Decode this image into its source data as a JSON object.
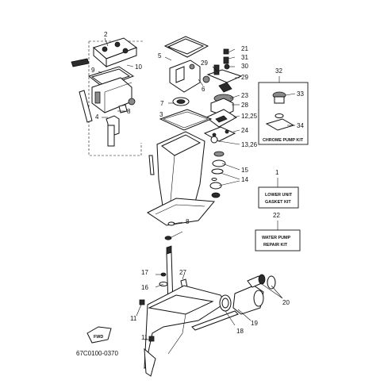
{
  "callouts": {
    "c1": "1",
    "c2": "2",
    "c4": "4",
    "c5": "5",
    "c6": "6",
    "c7": "7",
    "c8a": "8",
    "c8b": "8",
    "c9": "9",
    "c10": "10",
    "c11a": "11",
    "c11b": "11",
    "c12_25": "12,25",
    "c13_26": "13,26",
    "c14": "14",
    "c15": "15",
    "c16": "16",
    "c17": "17",
    "c18": "18",
    "c19": "19",
    "c20": "20",
    "c21": "21",
    "c22": "22",
    "c23": "23",
    "c24": "24",
    "c27": "27",
    "c28": "28",
    "c29a": "29",
    "c29b": "29",
    "c30": "30",
    "c31": "31",
    "c32": "32",
    "c33": "33",
    "c34": "34"
  },
  "kits": {
    "chrome_pump": "CHROME PUMP KIT",
    "lower_unit_l1": "LOWER UNIT",
    "lower_unit_l2": "GASKET KIT",
    "water_pump_l1": "WATER PUMP",
    "water_pump_l2": "REPAIR KIT"
  },
  "front_marker": "FWD",
  "diagram_code": "67C0100-0370"
}
